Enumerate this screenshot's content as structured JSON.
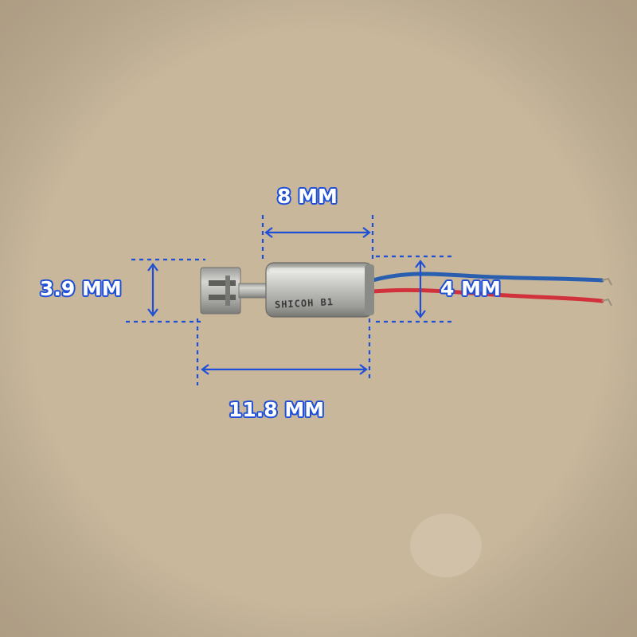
{
  "dimensions": {
    "body_length": "8 MM",
    "head_diameter": "3.9 MM",
    "body_diameter": "4 MM",
    "total_length": "11.8 MM"
  },
  "motor": {
    "marking": "SHICOH B1"
  },
  "colors": {
    "annotation": "#1e4fd6",
    "background": "#c9b79a",
    "wire_blue": "#2a5fb0",
    "wire_red": "#d0313a",
    "motor_metal": "#b9b9b6"
  }
}
